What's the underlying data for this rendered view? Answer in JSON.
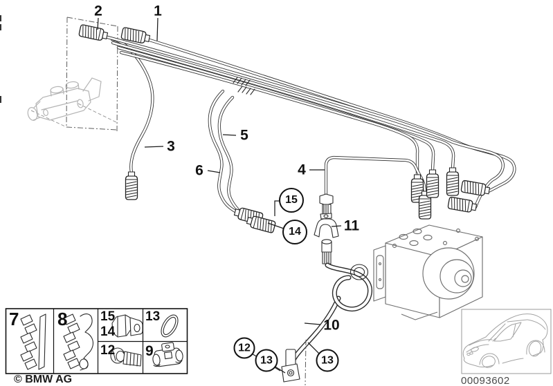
{
  "callouts": {
    "c1": "1",
    "c2": "2",
    "c3": "3",
    "c4": "4",
    "c5": "5",
    "c6": "6",
    "c10": "10",
    "c11": "11",
    "c12": "12",
    "c13a": "13",
    "c13b": "13",
    "c14": "14",
    "c15": "15"
  },
  "legend": {
    "n7": "7",
    "n8": "8",
    "n15": "15",
    "n14": "14",
    "n12": "12",
    "n13": "13",
    "n9": "9",
    "icons": {
      "cell7": "pipe-clip-strip",
      "cell8": "pipe-clip-strip-with-bracket",
      "cell15_14": "union-nut-fitting",
      "cell12": "screw-plug",
      "cell13": "seal-ring",
      "cell9": "hose-holder-clamp"
    }
  },
  "footer": {
    "copyright": "© BMW AG",
    "drawing_number": "00093602"
  }
}
